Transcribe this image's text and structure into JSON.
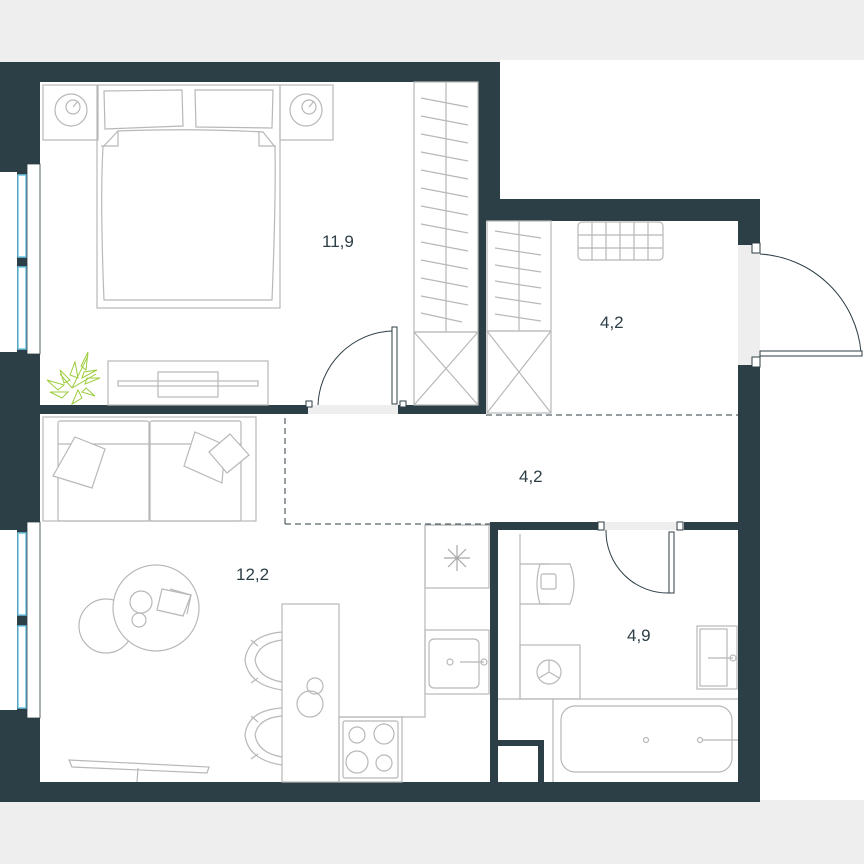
{
  "colors": {
    "background": "#eeeeee",
    "floor": "#ffffff",
    "wall": "#2c3e46",
    "furniture_stroke": "#b8b8b8",
    "window": "#6ec6e6",
    "plant": "#9ccc3c",
    "label": "#2c3e46"
  },
  "rooms": [
    {
      "id": "bedroom",
      "area": "11,9"
    },
    {
      "id": "entrance-hall",
      "area": "4,2"
    },
    {
      "id": "corridor",
      "area": "4,2"
    },
    {
      "id": "living-kitchen",
      "area": "12,2"
    },
    {
      "id": "bathroom",
      "area": "4,9"
    }
  ]
}
